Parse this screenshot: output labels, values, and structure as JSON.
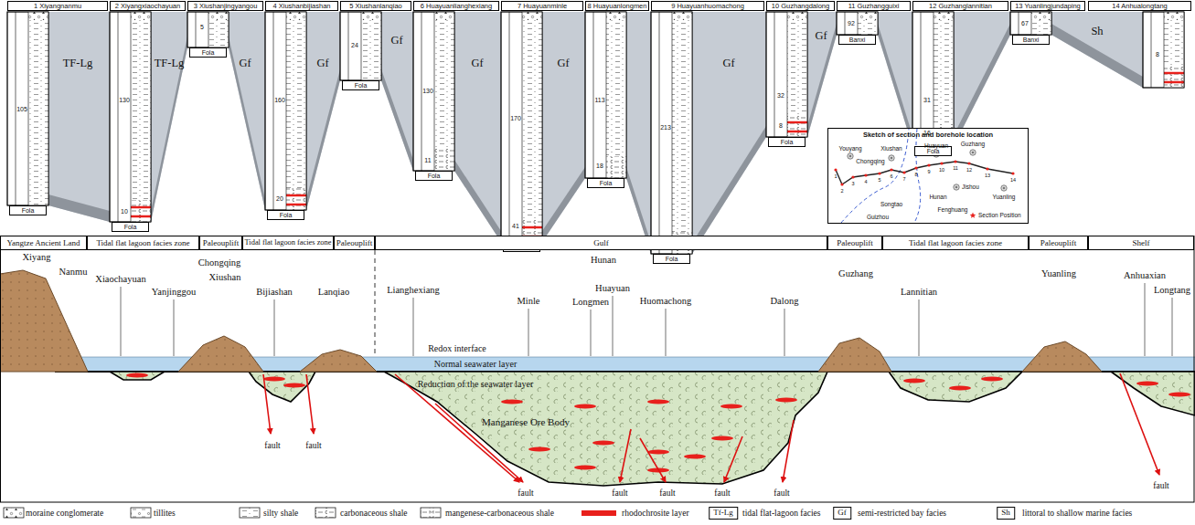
{
  "diagram": {
    "nodes": [
      {
        "text": [
          "1 Xiyangnanmu"
        ]
      },
      {
        "text": [
          "2 Xiyangxiaochayuan"
        ]
      },
      {
        "text": [
          "3 Xiushanjingyangou"
        ]
      },
      {
        "text": [
          "4 Xiushanbijiashan"
        ]
      },
      {
        "text": [
          "5 Xiushanlanqiao"
        ]
      },
      {
        "text": [
          "6 Huayuanlianghexiang"
        ]
      },
      {
        "text": [
          "7 Huayuanminle"
        ]
      },
      {
        "text": [
          "8 Huayuanlongmen"
        ]
      },
      {
        "text": [
          "9 Huayuanhuomachong"
        ]
      },
      {
        "text": [
          "10 Guzhangdalong"
        ]
      },
      {
        "text": [
          "11 Guzhangguixi"
        ]
      },
      {
        "text": [
          "12 Guzhanglannitian"
        ]
      },
      {
        "text": [
          "13 Yuanlingjundaping"
        ]
      },
      {
        "text": [
          "14 Anhualongtang"
        ]
      },
      {
        "text": [
          "Fola"
        ]
      },
      {
        "text": [
          "Fola"
        ]
      },
      {
        "text": [
          "Fola"
        ]
      },
      {
        "text": [
          "Fola"
        ]
      },
      {
        "text": [
          "Fola"
        ]
      },
      {
        "text": [
          "Fola"
        ]
      },
      {
        "text": [
          "Fola"
        ]
      },
      {
        "text": [
          "Fola"
        ]
      },
      {
        "text": [
          "Fola"
        ]
      },
      {
        "text": [
          "Fola"
        ]
      },
      {
        "text": [
          "Banxi"
        ]
      },
      {
        "text": [
          "Fola"
        ]
      },
      {
        "text": [
          "Banxi"
        ]
      },
      {
        "text": [
          "Sketch of section and borehole location"
        ]
      },
      {
        "text": [
          "Yangtze Ancient Land"
        ]
      },
      {
        "text": [
          "Tidal flat lagoon facies zone"
        ]
      },
      {
        "text": [
          "Paleouplift"
        ]
      },
      {
        "text": [
          "Tidal flat lagoon facies zone"
        ]
      },
      {
        "text": [
          "Paleouplift"
        ]
      },
      {
        "text": [
          "Gulf"
        ]
      },
      {
        "text": [
          "Paleouplift"
        ]
      },
      {
        "text": [
          "Tidal flat lagoon facies zone"
        ]
      },
      {
        "text": [
          "Paleouplift"
        ]
      },
      {
        "text": [
          "Shelf"
        ]
      }
    ],
    "labels": [
      "105",
      "130",
      "10",
      "5",
      "160",
      "20",
      "24",
      "130",
      "11",
      "170",
      "41",
      "113",
      "18",
      "213",
      "32",
      "8",
      "92",
      "31",
      "16",
      "67",
      "8",
      "TF-Lg",
      "TF-Lg",
      "Gf",
      "Gf",
      "Gf",
      "Gf",
      "Gf",
      "Gf",
      "Gf",
      "Sh",
      "Youyang",
      "Chongqing",
      "Xiushan",
      "Songtao",
      "Guizhou",
      "Huayuan",
      "Guzhang",
      "Jishou",
      "Fenghuang",
      "Hunan",
      "Yuanling",
      "Section Position",
      "1",
      "2",
      "3",
      "4",
      "5",
      "6",
      "7",
      "8",
      "9",
      "10",
      "11",
      "12",
      "13",
      "14",
      "Xiyang",
      "Nanmu",
      "Xiaochayuan",
      "Yanjinggou",
      "Chongqing",
      "Xiushan",
      "Bijiashan",
      "Lanqiao",
      "Lianghexiang",
      "Hunan",
      "Minle",
      "Longmen",
      "Huayuan",
      "Huomachong",
      "Dalong",
      "Guzhang",
      "Lannitian",
      "Yuanling",
      "Anhuaxian",
      "Longtang",
      "Redox interface",
      "Normal seawater layer",
      "Reduction of the seawater layer",
      "Manganese Ore Body",
      "fault",
      "fault",
      "fault",
      "fault",
      "fault",
      "fault",
      "fault",
      "fault",
      "Tf-Lg",
      "Gf",
      "Sh"
    ],
    "legend": [
      {
        "text": "moraine conglomerate"
      },
      {
        "text": "tillites"
      },
      {
        "text": "silty shale"
      },
      {
        "text": "carbonaceous shale"
      },
      {
        "text": "mangenese-carbonaceous shale"
      },
      {
        "text": "rhodochrosite layer",
        "color": "#e8201c"
      },
      {
        "text": "tidal flat-lagoon facies"
      },
      {
        "text": "semi-restricted bay facies"
      },
      {
        "text": "littoral to shallow marine facies"
      }
    ]
  }
}
